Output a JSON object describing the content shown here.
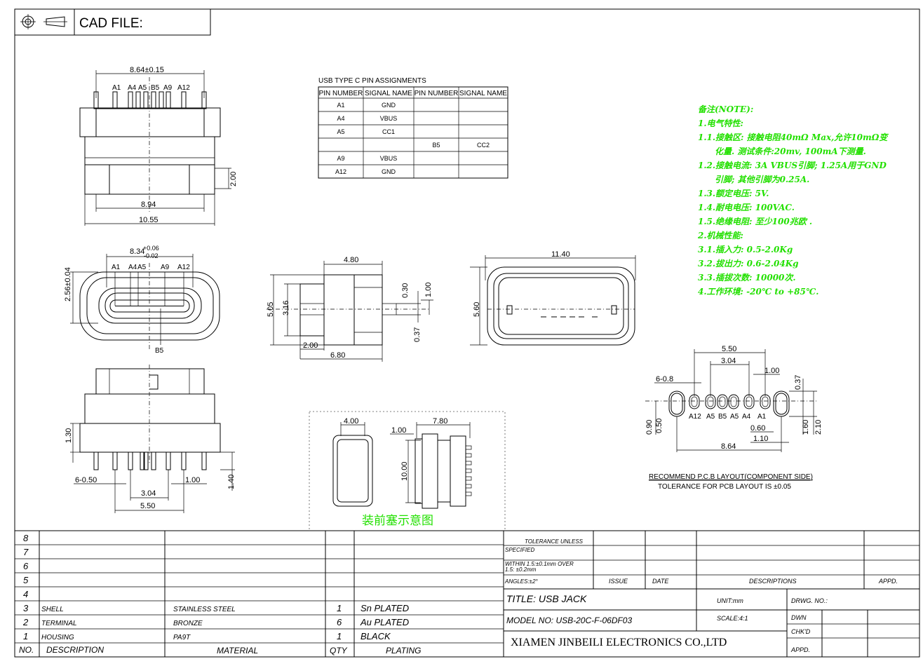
{
  "header": {
    "cad_file_label": "CAD FILE:"
  },
  "pin_table": {
    "title": "USB TYPE C PIN ASSIGNMENTS",
    "headers": [
      "PIN NUMBER",
      "SIGNAL NAME",
      "PIN NUMBER",
      "SIGNAL NAME"
    ],
    "rows": [
      [
        "A1",
        "GND",
        "",
        ""
      ],
      [
        "A4",
        "VBUS",
        "",
        ""
      ],
      [
        "A5",
        "CC1",
        "",
        ""
      ],
      [
        "",
        "",
        "B5",
        "CC2"
      ],
      [
        "A9",
        "VBUS",
        "",
        ""
      ],
      [
        "A12",
        "GND",
        "",
        ""
      ]
    ]
  },
  "notes": {
    "lines": [
      "备注(NOTE):",
      "1.电气特性:",
      "1.1.接触区: 接触电阻40mΩ Max,允许10mΩ变",
      "    化量. 测试条件:20mv, 100mA下测量.",
      "1.2.接触电流: 3A VBUS引脚; 1.25A用于GND",
      "    引脚; 其他引脚为0.25A.",
      "1.3.额定电压: 5V.",
      "1.4.耐电电压: 100VAC.",
      "1.5.绝缘电阻: 至少100兆欧 .",
      "2.机械性能:",
      "3.1.插入力: 0.5-2.0Kg",
      "3.2.拔出力: 0.6-2.04Kg",
      "3.3.插拔次数: 10000次.",
      "4.工作环境: -20℃ to +85℃."
    ]
  },
  "top_view": {
    "width_dim": "8.64±0.15",
    "pins": [
      "A1",
      "A4",
      "A5",
      "B5",
      "A9",
      "A12"
    ],
    "height_dim": "2.00",
    "inner_width": "8.94",
    "outer_width": "10.55"
  },
  "front_view": {
    "width_dim_main": "8.34",
    "width_tol_upper": "+0.06",
    "width_tol_lower": "-0.02",
    "height_dim": "2.56±0.04",
    "pins_top": [
      "A1",
      "A4",
      "A5",
      "A9",
      "A12"
    ],
    "pin_bottom": "B5"
  },
  "side_view": {
    "dims": {
      "length": "4.80",
      "height": "5.05",
      "inner_height": "3.16",
      "offset": "2.00",
      "total": "6.80",
      "pin_thick": "0.30",
      "pin_height": "1.00",
      "pin_gap": "0.37"
    }
  },
  "end_view": {
    "width_dim": "11.40",
    "height_dim": "5.60"
  },
  "bottom_view": {
    "dims": {
      "height": "1.30",
      "pin_length": "1.40",
      "pin_count": "6-0.50",
      "pitch": "1.00",
      "inner": "3.04",
      "outer": "5.50"
    }
  },
  "plug_view": {
    "width": "4.00",
    "length": "7.80",
    "offset": "1.00",
    "height": "10.00",
    "caption": "装前塞示意图"
  },
  "pcb_layout": {
    "dims": {
      "outer": "5.50",
      "inner": "3.04",
      "pitch": "1.00",
      "holes": "6-0.8",
      "h1": "0.37",
      "h2": "1.60",
      "h3": "2.10",
      "w1": "0.90",
      "w2": "0.50",
      "w3": "0.60",
      "w4": "1.10",
      "span": "8.64"
    },
    "pins": [
      "A12",
      "A5",
      "B5",
      "A5",
      "A4",
      "A1"
    ],
    "title": "RECOMMEND P.C.B LAYOUT(COMPONENT SIDE)",
    "tolerance": "TOLERANCE FOR PCB LAYOUT IS ±0.05"
  },
  "title_block": {
    "row_numbers": [
      "8",
      "7",
      "6",
      "5",
      "4",
      "3",
      "2",
      "1"
    ],
    "parts": [
      {
        "no": "3",
        "description": "SHELL",
        "material": "STAINLESS STEEL",
        "qty": "1",
        "plating": "Sn PLATED"
      },
      {
        "no": "2",
        "description": "TERMINAL",
        "material": "BRONZE",
        "qty": "6",
        "plating": "Au PLATED"
      },
      {
        "no": "1",
        "description": "HOUSING",
        "material": "PA9T",
        "qty": "1",
        "plating": "BLACK"
      }
    ],
    "columns": {
      "no": "NO.",
      "description": "DESCRIPTION",
      "material": "MATERIAL",
      "qty": "QTY",
      "plating": "PLATING"
    },
    "tolerance_label": "TOLERANCE UNLESS SPECIFIED",
    "tolerance_value_1": "WITHIN 1.5:±0.1mm OVER",
    "tolerance_value_2": "1.5: ±0.2mm",
    "tolerance_value_3": "ANGLES:±2°",
    "rev_headers": {
      "issue": "ISSUE",
      "date": "DATE",
      "descriptions": "DESCRIPTIONS",
      "appd": "APPD."
    },
    "title": "TITLE: USB JACK",
    "model": "MODEL NO: USB-20C-F-06DF03",
    "company": "XIAMEN JINBEILI ELECTRONICS CO.,LTD",
    "unit": "UNIT:mm",
    "scale": "SCALE:4:1",
    "drwg_no": "DRWG. NO.:",
    "dwn": "DWN",
    "chkd": "CHK'D",
    "appd": "APPD."
  }
}
